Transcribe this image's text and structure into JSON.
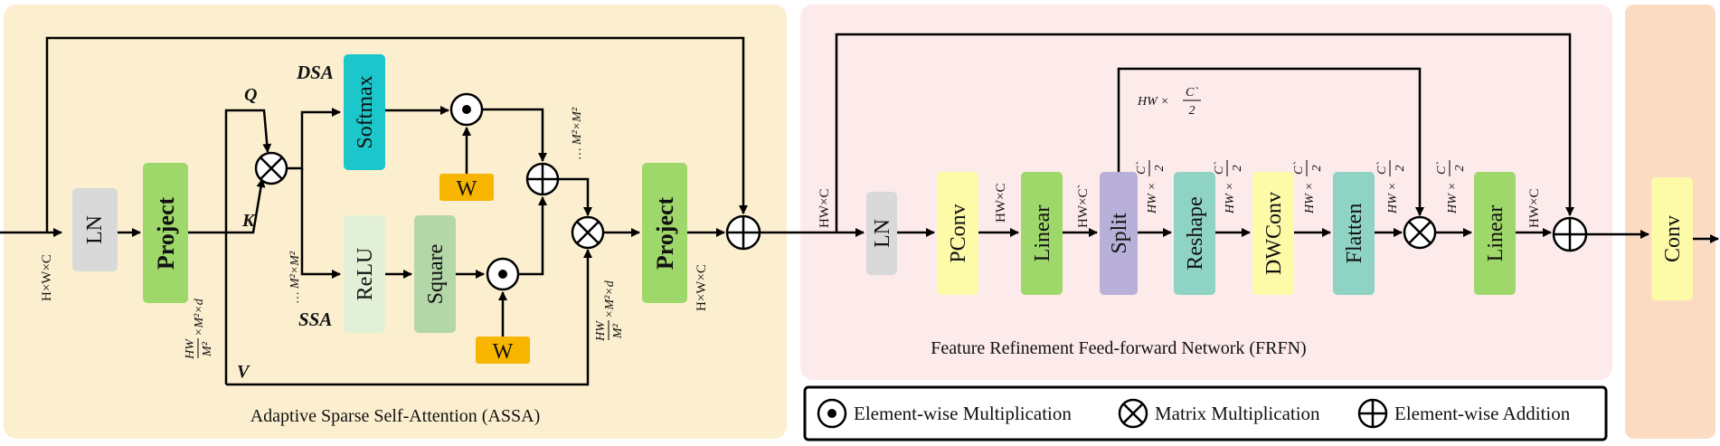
{
  "colors": {
    "assa_bg": "#fcefcf",
    "frfn_bg": "#fdeaea",
    "conv_bg": "#fbdcc3",
    "ln": "#d9d9d9",
    "project": "#9fd86a",
    "softmax": "#1cc7cc",
    "relu": "#e1f0d6",
    "square": "#b3d7a8",
    "w": "#f7b500",
    "pconv": "#fdfaa8",
    "linear": "#9fd86a",
    "split": "#b8b0d8",
    "reshape": "#8ed3c4",
    "dwconv": "#fdfaa8",
    "flatten": "#8ed3c4",
    "conv": "#fdfaa8"
  },
  "assa": {
    "caption": "Adaptive Sparse Self-Attention (ASSA)",
    "ln": "LN",
    "project1": "Project",
    "project2": "Project",
    "softmax": "Softmax",
    "relu": "ReLU",
    "square": "Square",
    "w_top": "W",
    "w_bottom": "W",
    "dsa": "DSA",
    "ssa": "SSA",
    "q": "Q",
    "k": "K",
    "v": "V",
    "dim_in": "H×W×C",
    "dim_out": "H×W×C",
    "dim_proj": "×M²×d",
    "dim_proj_frac_num": "HW",
    "dim_proj_frac_den": "M²",
    "dim_attn_mat": "… M²×M²",
    "dim_ssa_mat": "… M²×M²",
    "dim_merge": "×M²×d",
    "dim_merge_frac_num": "HW",
    "dim_merge_frac_den": "M²"
  },
  "frfn": {
    "caption": "Feature Refinement Feed-forward Network (FRFN)",
    "ln": "LN",
    "pconv": "PConv",
    "linear1": "Linear",
    "split": "Split",
    "reshape": "Reshape",
    "dwconv": "DWConv",
    "flatten": "Flatten",
    "linear2": "Linear",
    "dim_in": "HW×C",
    "dim_pconv": "HW×C",
    "dim_linear1": "HW×C`",
    "dim_skip_prefix": "HW ×",
    "dim_frac_num": "C`",
    "dim_frac_den": "2",
    "dim_hw": "HW ×",
    "dim_linear2": "HW×C"
  },
  "conv": {
    "label": "Conv"
  },
  "legend": {
    "element_mul": "Element-wise Multiplication",
    "matrix_mul": "Matrix Multiplication",
    "element_add": "Element-wise Addition"
  }
}
